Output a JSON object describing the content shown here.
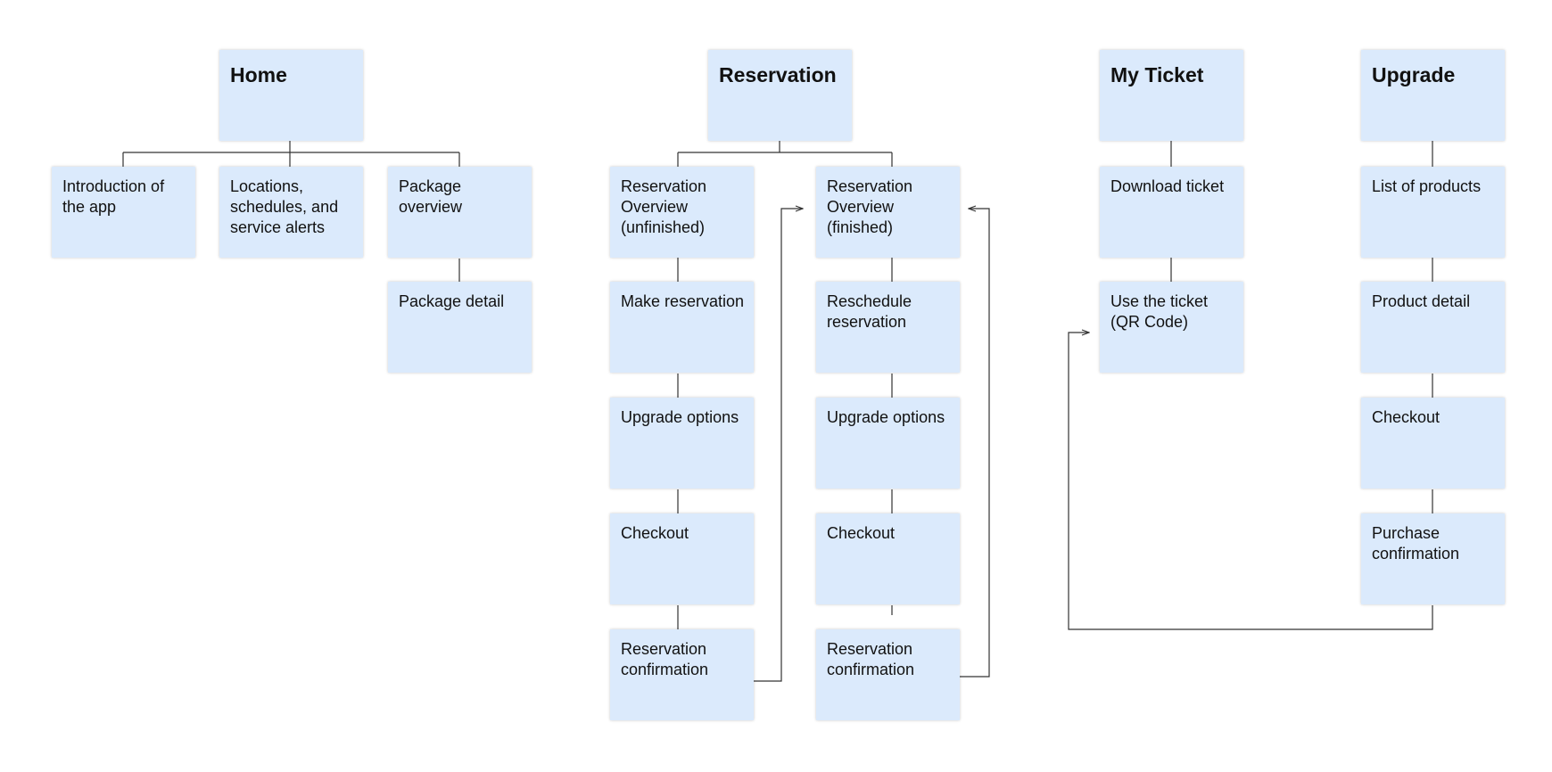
{
  "diagram": {
    "colors": {
      "card_fill": "#dbeafc",
      "line": "#333333",
      "background": "#ffffff"
    },
    "headers": {
      "home": "Home",
      "reservation": "Reservation",
      "my_ticket": "My Ticket",
      "upgrade": "Upgrade"
    },
    "home": {
      "intro": "Introduction of\nthe app",
      "locations": "Locations,\nschedules, and\nservice alerts",
      "package_overview": "Package\noverview",
      "package_detail": "Package detail"
    },
    "reservation_unfinished": {
      "overview": "Reservation\nOverview\n(unfinished)",
      "make": "Make reservation",
      "upgrade_options": "Upgrade options",
      "checkout": "Checkout",
      "confirmation": "Reservation\nconfirmation"
    },
    "reservation_finished": {
      "overview": "Reservation\nOverview\n(finished)",
      "reschedule": "Reschedule\nreservation",
      "upgrade_options": "Upgrade options",
      "checkout": "Checkout",
      "confirmation": "Reservation\nconfirmation"
    },
    "my_ticket": {
      "download": "Download ticket",
      "use": "Use the ticket\n(QR Code)"
    },
    "upgrade": {
      "list": "List of products",
      "detail": "Product detail",
      "checkout": "Checkout",
      "purchase": "Purchase\nconfirmation"
    }
  }
}
